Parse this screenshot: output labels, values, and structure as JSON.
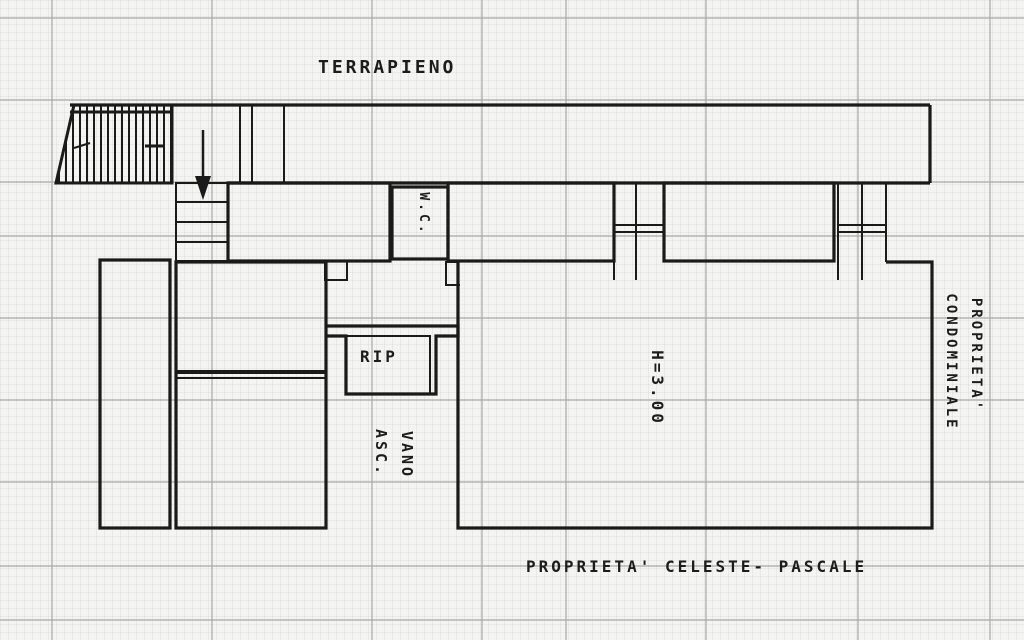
{
  "plan": {
    "labels": {
      "terrapieno": "TERRAPIENO",
      "wc": "W.C.",
      "rip": "RIP",
      "vano_asc_line1": "VANO",
      "vano_asc_line2": "ASC.",
      "height": "H=3.00",
      "condominiali_line1": "PROPRIETA'",
      "condominiali_line2": "CONDOMINIALE",
      "bottom_owner": "PROPRIETA' CELESTE- PASCALE"
    },
    "colors": {
      "paper": "#f4f4f2",
      "ink": "#1a1a1a",
      "grid": "#b9b9b9"
    }
  }
}
